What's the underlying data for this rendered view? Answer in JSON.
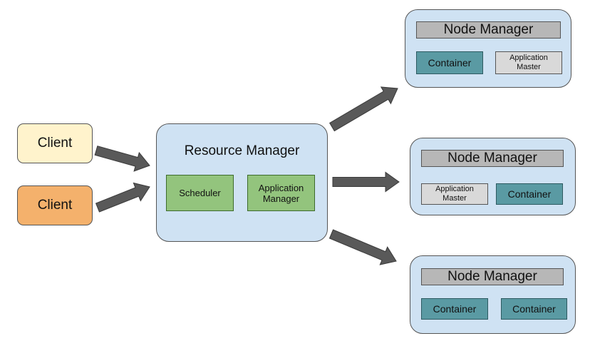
{
  "clients": [
    {
      "label": "Client"
    },
    {
      "label": "Client"
    }
  ],
  "resource_manager": {
    "title": "Resource Manager",
    "scheduler": "Scheduler",
    "application_manager": "Application\nManager"
  },
  "node_managers": [
    {
      "title": "Node Manager",
      "left": "Container",
      "right": "Application\nMaster"
    },
    {
      "title": "Node Manager",
      "left": "Application\nMaster",
      "right": "Container"
    },
    {
      "title": "Node Manager",
      "left": "Container",
      "right": "Container"
    }
  ],
  "colors": {
    "client_1": "#fff3cc",
    "client_2": "#f4b16c",
    "panel": "#cfe2f3",
    "green_box": "#93c47d",
    "container": "#5a9aa3",
    "header_gray": "#b7b7b7",
    "app_master": "#d9d9d9",
    "arrow": "#595959"
  }
}
